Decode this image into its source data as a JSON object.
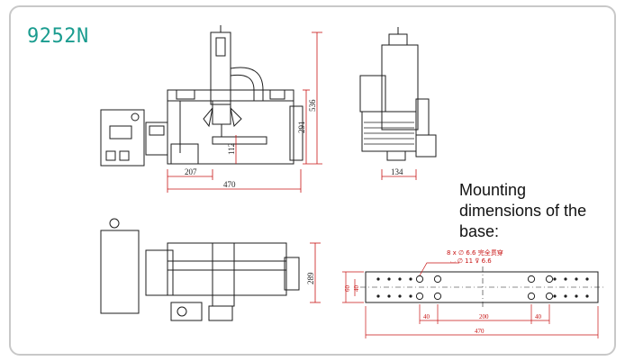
{
  "header": {
    "model": "9252N"
  },
  "front_view": {
    "dims": {
      "base_width": "470",
      "left_offset": "207",
      "height_small": "112",
      "height_mid": "291",
      "height_total": "536"
    }
  },
  "side_view": {
    "dims": {
      "depth": "134"
    }
  },
  "top_view": {
    "dims": {
      "depth": "289"
    }
  },
  "mounting": {
    "caption": [
      "Mounting",
      "dimensions of the",
      "base:"
    ],
    "hole_note_1": "8 x ∅ 6.6 完全贯穿",
    "hole_note_2": "⌴ ∅ 11 ⊽ 6.6",
    "dims": {
      "left_pitch": "40",
      "center_span": "200",
      "right_pitch": "40",
      "total_length": "470",
      "outer_height": "60",
      "inner_height": "40"
    }
  },
  "colors": {
    "title": "#1a9c8f",
    "frame": "#c8c8c8",
    "dimension": "#c81414",
    "line": "#1e1e1e"
  }
}
